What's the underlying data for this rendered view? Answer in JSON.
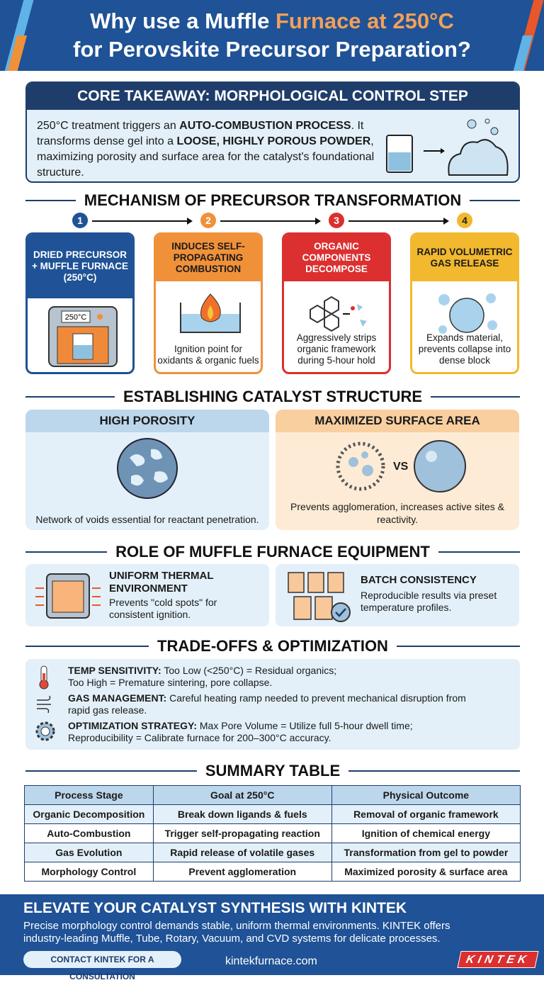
{
  "header": {
    "title_part1": "Why use a Muffle ",
    "title_highlight": "Furnace at 250°C",
    "title_line2": "for Perovskite Precursor Preparation?"
  },
  "core": {
    "heading": "CORE TAKEAWAY: MORPHOLOGICAL CONTROL STEP",
    "t1": "250°C treatment triggers an ",
    "b1": "AUTO-COMBUSTION PROCESS",
    "t2": ". It transforms dense gel into a ",
    "b2": "LOOSE, HIGHLY POROUS POWDER",
    "t3": ", maximizing porosity and surface area for the catalyst's foundational structure."
  },
  "mechanism": {
    "heading": "MECHANISM OF PRECURSOR TRANSFORMATION",
    "steps": [
      {
        "num": "1",
        "title": "DRIED PRECURSOR + MUFFLE FURNACE (250°C)",
        "display": "250°C",
        "desc": "",
        "color": "#1f5296"
      },
      {
        "num": "2",
        "title": "INDUCES SELF-PROPAGATING COMBUSTION",
        "desc": "Ignition point for oxidants & organic fuels",
        "color": "#f0913a"
      },
      {
        "num": "3",
        "title": "ORGANIC COMPONENTS DECOMPOSE",
        "desc": "Aggressively strips organic framework during 5-hour hold",
        "color": "#dc2f2f"
      },
      {
        "num": "4",
        "title": "RAPID VOLUMETRIC GAS RELEASE",
        "desc": "Expands material, prevents collapse into dense block",
        "color": "#f2b82e"
      }
    ]
  },
  "structure": {
    "heading": "ESTABLISHING CATALYST STRUCTURE",
    "left": {
      "title": "HIGH POROSITY",
      "desc": "Network of voids essential for reactant penetration."
    },
    "right": {
      "title": "MAXIMIZED SURFACE AREA",
      "vs": "VS",
      "desc": "Prevents agglomeration, increases active sites & reactivity."
    }
  },
  "equipment": {
    "heading": "ROLE OF MUFFLE FURNACE EQUIPMENT",
    "items": [
      {
        "title": "UNIFORM THERMAL ENVIRONMENT",
        "desc": "Prevents \"cold spots\" for consistent ignition."
      },
      {
        "title": "BATCH CONSISTENCY",
        "desc": "Reproducible results via preset temperature profiles."
      }
    ]
  },
  "tradeoffs": {
    "heading": "TRADE-OFFS & OPTIMIZATION",
    "items": [
      {
        "label": "TEMP SENSITIVITY:",
        "text": " Too Low (<250°C) = Residual organics;",
        "text2": "Too High = Premature sintering, pore collapse.",
        "icon": "thermometer-icon"
      },
      {
        "label": "GAS MANAGEMENT:",
        "text": " Careful heating ramp needed to prevent mechanical disruption from",
        "text2": "rapid gas release.",
        "icon": "wind-icon"
      },
      {
        "label": "OPTIMIZATION STRATEGY:",
        "text": " Max Pore Volume = Utilize full 5-hour dwell time;",
        "text2": "Reproducibility = Calibrate furnace for 200–300°C accuracy.",
        "icon": "gear-icon"
      }
    ]
  },
  "summary": {
    "heading": "SUMMARY TABLE",
    "columns": [
      "Process Stage",
      "Goal at 250°C",
      "Physical Outcome"
    ],
    "rows": [
      [
        "Organic Decomposition",
        "Break down ligands & fuels",
        "Removal of organic framework"
      ],
      [
        "Auto-Combustion",
        "Trigger self-propagating reaction",
        "Ignition of chemical energy"
      ],
      [
        "Gas Evolution",
        "Rapid release of volatile gases",
        "Transformation from gel to powder"
      ],
      [
        "Morphology Control",
        "Prevent agglomeration",
        "Maximized porosity & surface area"
      ]
    ]
  },
  "footer": {
    "heading": "ELEVATE YOUR CATALYST SYNTHESIS WITH KINTEK",
    "desc": "Precise morphology control demands stable, uniform thermal environments. KINTEK offers industry-leading Muffle, Tube, Rotary, Vacuum, and CVD systems for delicate processes.",
    "cta": "CONTACT KINTEK FOR A CONSULTATION",
    "url": "kintekfurnace.com",
    "logo": "KINTEK"
  }
}
